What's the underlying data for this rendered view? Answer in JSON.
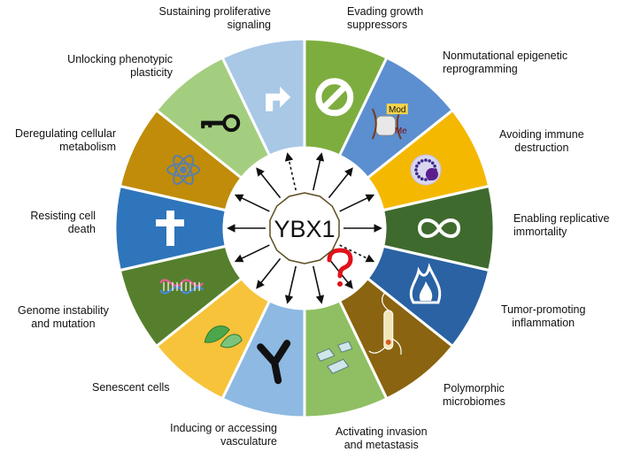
{
  "center": {
    "label": "YBX1"
  },
  "segments": [
    {
      "id": "sustaining",
      "lines": [
        "Sustaining proliferative",
        "signaling"
      ],
      "color": "#a8c8e6",
      "icon": "arrow-right-up-icon"
    },
    {
      "id": "evading",
      "lines": [
        "Evading growth",
        "suppressors"
      ],
      "color": "#7dad3f",
      "icon": "prohibited-icon"
    },
    {
      "id": "epigenetic",
      "lines": [
        "Nonmutational epigenetic",
        "reprogramming"
      ],
      "color": "#5b8fd0",
      "icon": "nucleosome-icon",
      "icon_text": [
        "Mod",
        "Me"
      ]
    },
    {
      "id": "immune",
      "lines": [
        "Avoiding immune",
        "destruction"
      ],
      "color": "#f5b800",
      "icon": "immune-cell-icon"
    },
    {
      "id": "immortality",
      "lines": [
        "Enabling replicative",
        "immortality"
      ],
      "color": "#3f6a2e",
      "icon": "infinity-icon"
    },
    {
      "id": "inflammation",
      "lines": [
        "Tumor-promoting",
        "inflammation"
      ],
      "color": "#2a62a3",
      "icon": "flame-icon"
    },
    {
      "id": "microbiomes",
      "lines": [
        "Polymorphic",
        "microbiomes"
      ],
      "color": "#8a6410",
      "icon": "bacterium-icon"
    },
    {
      "id": "invasion",
      "lines": [
        "Activating invasion",
        "and metastasis"
      ],
      "color": "#8fbf62",
      "icon": "migrating-cells-icon"
    },
    {
      "id": "vasculature",
      "lines": [
        "Inducing or accessing",
        "vasculature"
      ],
      "color": "#8db9e2",
      "icon": "vessel-branch-icon"
    },
    {
      "id": "senescent",
      "lines": [
        "Senescent cells"
      ],
      "color": "#f6c33a",
      "icon": "leaves-icon"
    },
    {
      "id": "genome",
      "lines": [
        "Genome instability",
        "and mutation"
      ],
      "color": "#567f2d",
      "icon": "dna-icon"
    },
    {
      "id": "death",
      "lines": [
        "Resisting cell",
        "death"
      ],
      "color": "#2f75bb",
      "icon": "cross-icon"
    },
    {
      "id": "metabolism",
      "lines": [
        "Deregulating cellular",
        "metabolism"
      ],
      "color": "#c08c0a",
      "icon": "atom-icon"
    },
    {
      "id": "plasticity",
      "lines": [
        "Unlocking phenotypic",
        "plasticity"
      ],
      "color": "#a4ce7f",
      "icon": "key-icon"
    }
  ]
}
